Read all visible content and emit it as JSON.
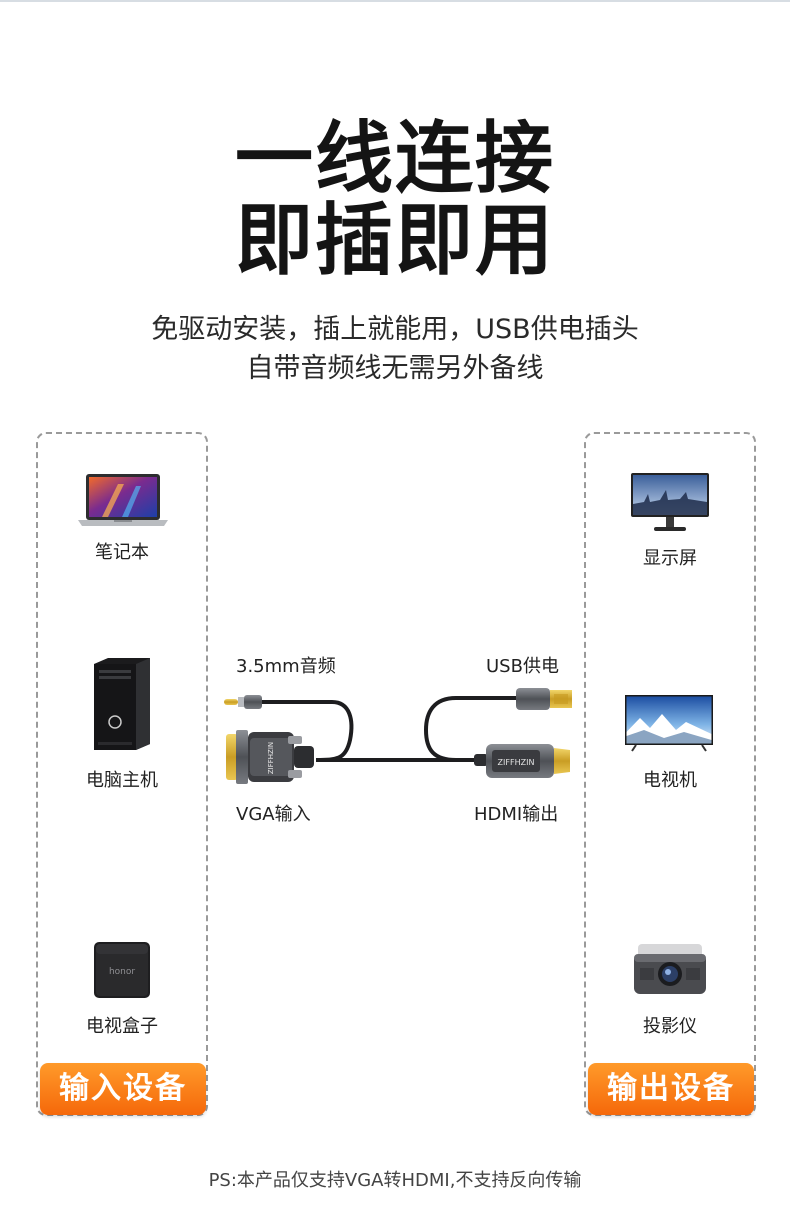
{
  "headline": {
    "line1": "一线连接",
    "line2": "即插即用"
  },
  "subtitle": {
    "line1": "免驱动安装，插上就能用，USB供电插头",
    "line2": "自带音频线无需另外备线"
  },
  "input_devices": {
    "label_laptop": "笔记本",
    "label_pc": "电脑主机",
    "label_tvbox": "电视盒子",
    "tvbox_brand": "honor",
    "badge": "输入设备"
  },
  "output_devices": {
    "label_monitor": "显示屏",
    "label_tv": "电视机",
    "label_projector": "投影仪",
    "badge": "输出设备"
  },
  "cable": {
    "audio_label": "3.5mm音频",
    "usb_label": "USB供电",
    "vga_label": "VGA输入",
    "hdmi_label": "HDMI输出"
  },
  "footnote": "PS:本产品仅支持VGA转HDMI,不支持反向传输",
  "colors": {
    "badge_orange": "#f5680a",
    "gold": "#d8b235"
  }
}
